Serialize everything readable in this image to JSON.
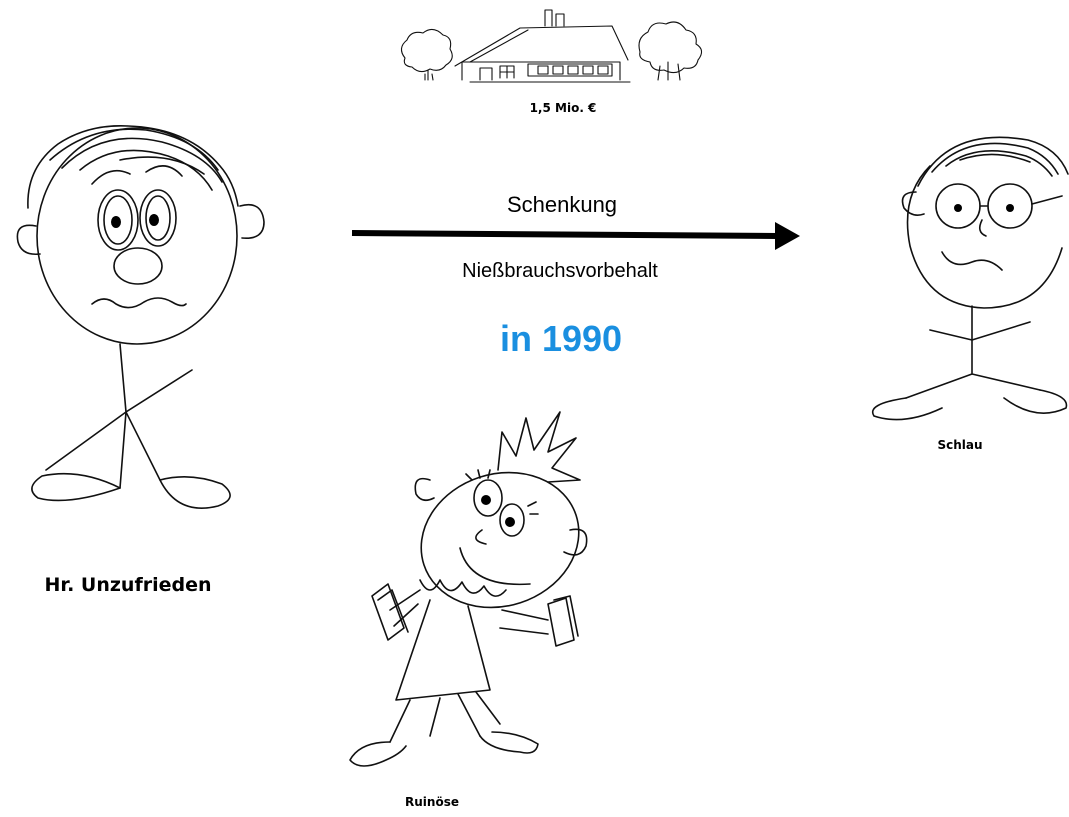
{
  "house": {
    "price": "1,5 Mio. €"
  },
  "transfer": {
    "top_label": "Schenkung",
    "bottom_label": "Nießbrauchsvorbehalt",
    "year": "in 1990",
    "year_color": "#1a8fe0"
  },
  "people": {
    "unzufrieden": "Hr. Unzufrieden",
    "schlau": "Schlau",
    "ruinoese": "Ruinöse"
  }
}
